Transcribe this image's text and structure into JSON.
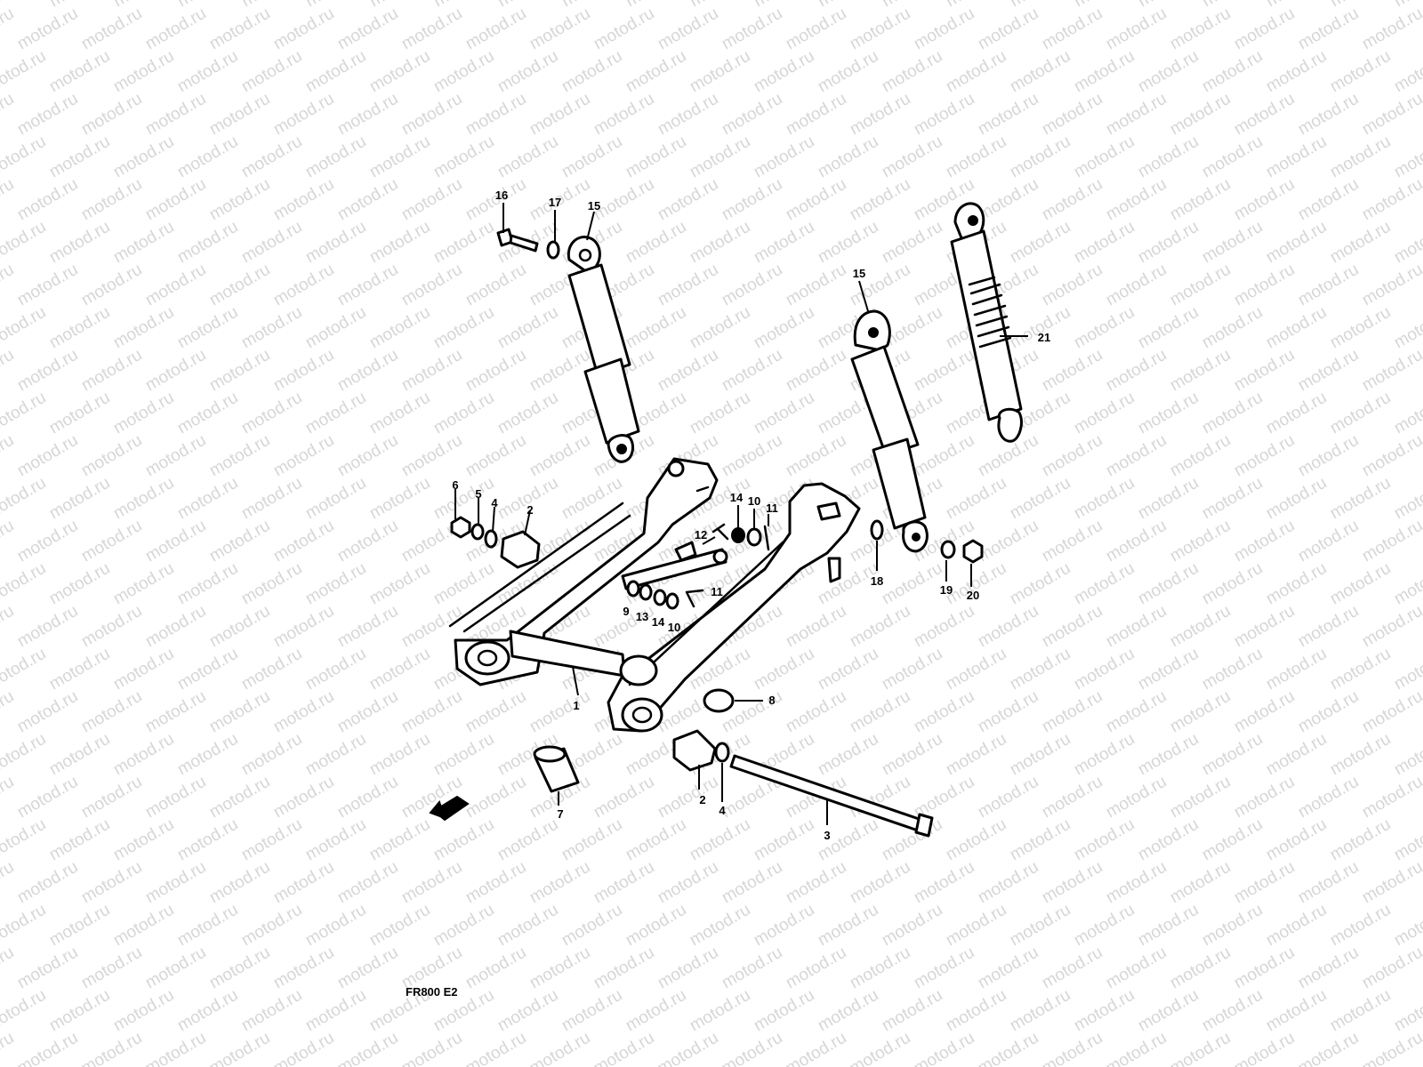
{
  "watermark": "motod.ru",
  "model_label": "FR800 E2",
  "callouts": [
    {
      "id": "c16",
      "number": "16"
    },
    {
      "id": "c17",
      "number": "17"
    },
    {
      "id": "c15a",
      "number": "15"
    },
    {
      "id": "c15b",
      "number": "15"
    },
    {
      "id": "c21",
      "number": "21"
    },
    {
      "id": "c6",
      "number": "6"
    },
    {
      "id": "c5",
      "number": "5"
    },
    {
      "id": "c4a",
      "number": "4"
    },
    {
      "id": "c2a",
      "number": "2"
    },
    {
      "id": "c14a",
      "number": "14"
    },
    {
      "id": "c10a",
      "number": "10"
    },
    {
      "id": "c11a",
      "number": "11"
    },
    {
      "id": "c12",
      "number": "12"
    },
    {
      "id": "c9",
      "number": "9"
    },
    {
      "id": "c13",
      "number": "13"
    },
    {
      "id": "c14b",
      "number": "14"
    },
    {
      "id": "c10b",
      "number": "10"
    },
    {
      "id": "c11b",
      "number": "11"
    },
    {
      "id": "c18",
      "number": "18"
    },
    {
      "id": "c19",
      "number": "19"
    },
    {
      "id": "c20",
      "number": "20"
    },
    {
      "id": "c1",
      "number": "1"
    },
    {
      "id": "c8",
      "number": "8"
    },
    {
      "id": "c7",
      "number": "7"
    },
    {
      "id": "c2b",
      "number": "2"
    },
    {
      "id": "c4b",
      "number": "4"
    },
    {
      "id": "c3",
      "number": "3"
    }
  ]
}
